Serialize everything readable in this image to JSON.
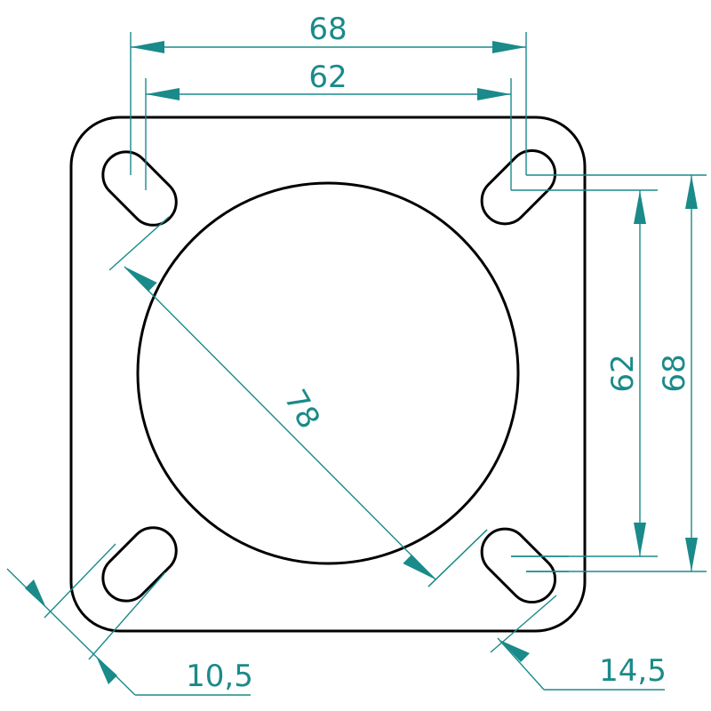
{
  "colors": {
    "outline": "#000000",
    "dimension": "#1a8a8a",
    "background": "#ffffff"
  },
  "dimensions": {
    "outer_width": "68",
    "inner_width": "62",
    "inner_height": "62",
    "outer_height": "68",
    "center_diameter": "78",
    "slot_width": "10,5",
    "slot_length": "14,5"
  }
}
